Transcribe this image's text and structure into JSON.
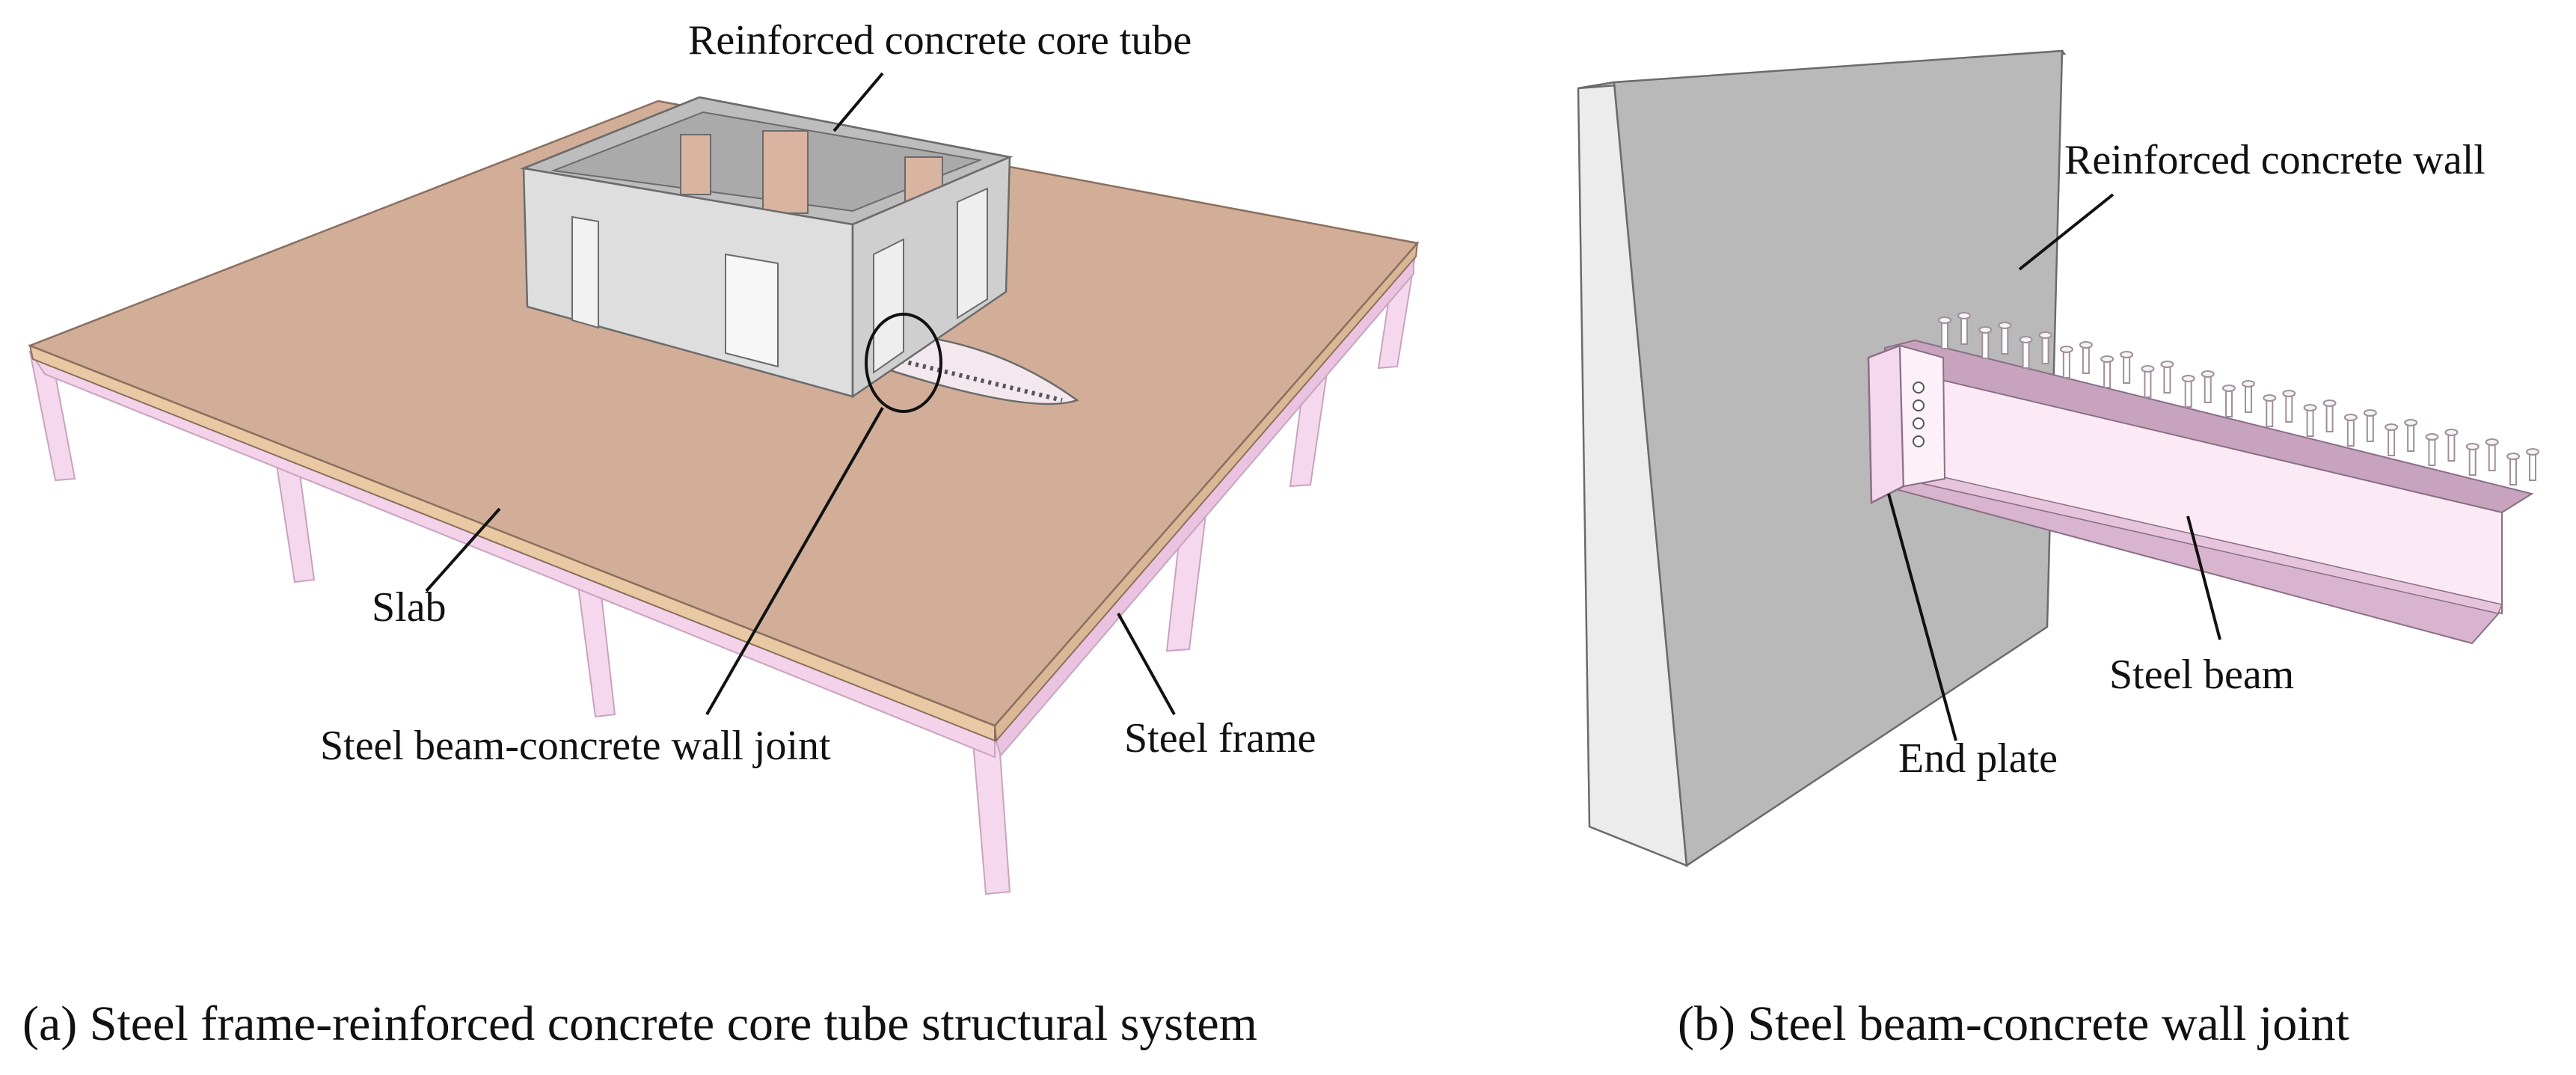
{
  "panel_a": {
    "callouts": {
      "core_tube": "Reinforced concrete core tube",
      "slab": "Slab",
      "joint": "Steel beam-concrete wall joint",
      "steel_frame": "Steel frame"
    },
    "caption": "(a) Steel frame-reinforced concrete core tube structural system"
  },
  "panel_b": {
    "callouts": {
      "wall": "Reinforced concrete wall",
      "steel_beam": "Steel beam",
      "end_plate": "End plate"
    },
    "caption": "(b) Steel beam-concrete wall joint"
  },
  "colors": {
    "slab": "#d2ae99",
    "slab_edge": "#e8c9a3",
    "steel": "#f6d8ee",
    "steel_dark": "#d9b4cf",
    "concrete": "#c8c8c8",
    "concrete_light": "#e4e4e4",
    "concrete_dark": "#a9a9a9",
    "wall_front": "#b9b9b9",
    "wall_side": "#ececec",
    "stud": "#9f8f9b"
  }
}
